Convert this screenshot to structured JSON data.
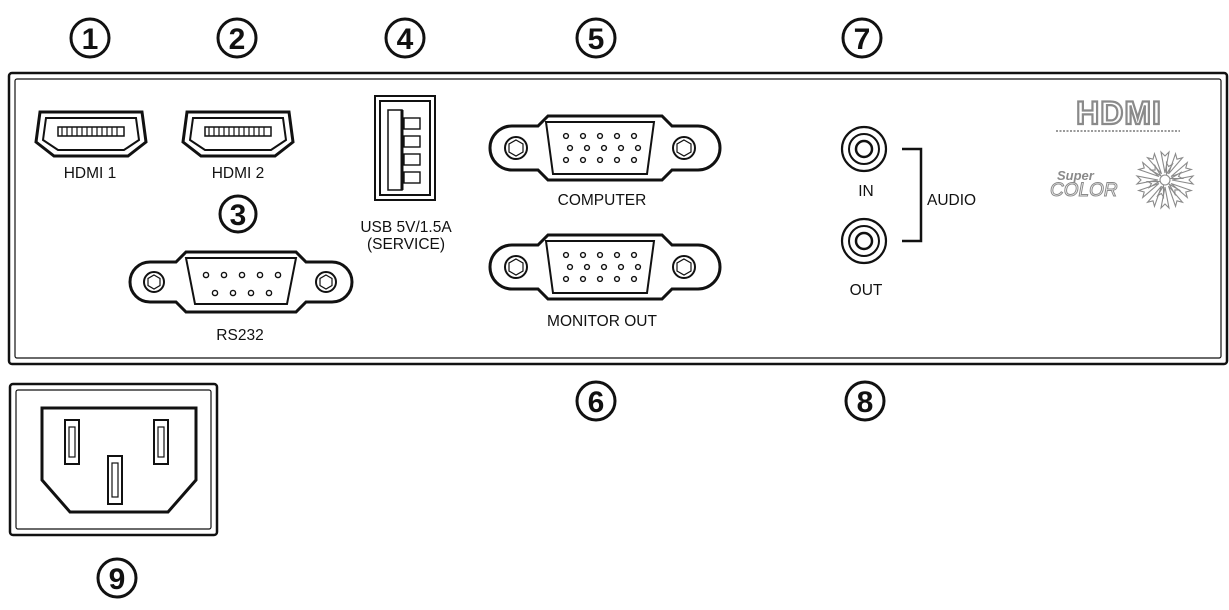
{
  "callouts": {
    "n1": "1",
    "n2": "2",
    "n3": "3",
    "n4": "4",
    "n5": "5",
    "n6": "6",
    "n7": "7",
    "n8": "8",
    "n9": "9"
  },
  "ports": {
    "hdmi1": "HDMI 1",
    "hdmi2": "HDMI 2",
    "usb_line1": "USB 5V/1.5A",
    "usb_line2": "(SERVICE)",
    "computer": "COMPUTER",
    "monitor_out": "MONITOR OUT",
    "rs232": "RS232",
    "audio_in": "IN",
    "audio_out": "OUT",
    "audio": "AUDIO"
  },
  "logos": {
    "hdmi": "HDMI",
    "super": "Super",
    "color": "COLOR"
  },
  "colors": {
    "line": "#111111",
    "logo_grey": "#8a8a8a"
  }
}
